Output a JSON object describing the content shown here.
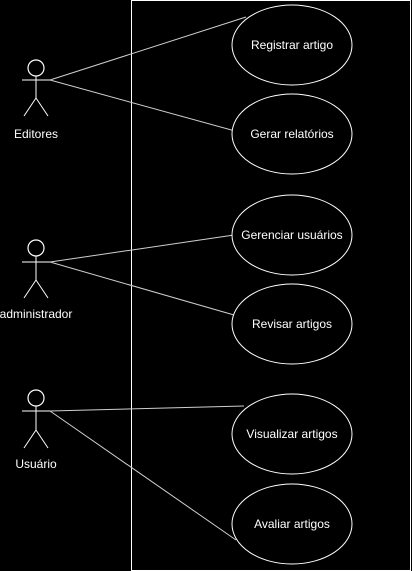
{
  "diagram": {
    "type": "use-case",
    "colors": {
      "background": "#000000",
      "stroke": "#ffffff",
      "text": "#ffffff"
    },
    "actors": [
      {
        "id": "editores",
        "label": "Editores"
      },
      {
        "id": "administrador",
        "label": "administrador"
      },
      {
        "id": "usuario",
        "label": "Usuário"
      }
    ],
    "use_cases": [
      {
        "id": "registrar-artigo",
        "label": "Registrar artigo"
      },
      {
        "id": "gerar-relatorios",
        "label": "Gerar relatórios"
      },
      {
        "id": "gerenciar-usuarios",
        "label": "Gerenciar usuários"
      },
      {
        "id": "revisar-artigos",
        "label": "Revisar artigos"
      },
      {
        "id": "visualizar-artigos",
        "label": "Visualizar artigos"
      },
      {
        "id": "avaliar-artigos",
        "label": "Avaliar artigos"
      }
    ],
    "associations": [
      {
        "actor": "editores",
        "use_case": "registrar-artigo"
      },
      {
        "actor": "editores",
        "use_case": "gerar-relatorios"
      },
      {
        "actor": "administrador",
        "use_case": "gerenciar-usuarios"
      },
      {
        "actor": "administrador",
        "use_case": "revisar-artigos"
      },
      {
        "actor": "usuario",
        "use_case": "visualizar-artigos"
      },
      {
        "actor": "usuario",
        "use_case": "avaliar-artigos"
      }
    ]
  }
}
